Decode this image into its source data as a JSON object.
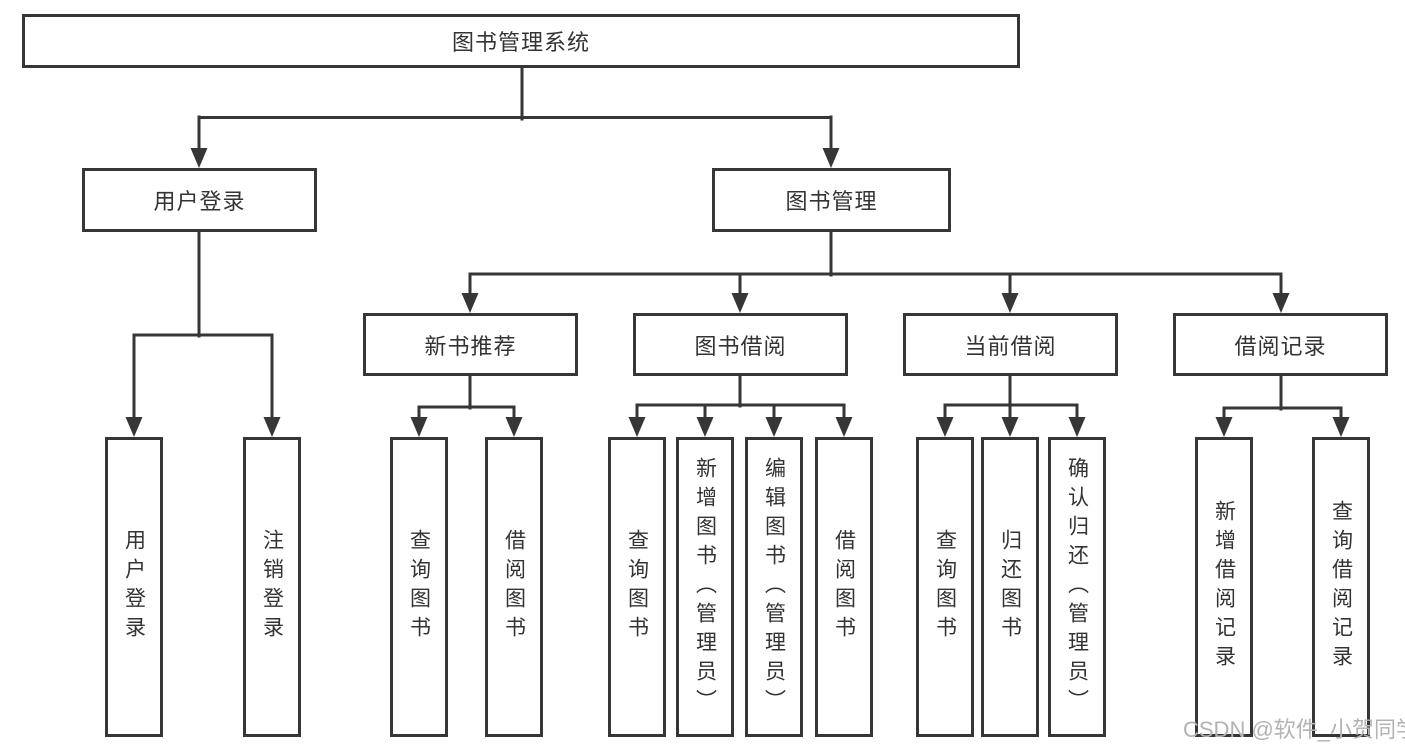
{
  "diagram": {
    "root": {
      "label": "图书管理系统"
    },
    "branches": [
      {
        "label": "用户登录",
        "children": [
          {
            "label": "用户登录"
          },
          {
            "label": "注销登录"
          }
        ]
      },
      {
        "label": "图书管理",
        "children": [
          {
            "label": "新书推荐",
            "children": [
              {
                "label": "查询图书"
              },
              {
                "label": "借阅图书"
              }
            ]
          },
          {
            "label": "图书借阅",
            "children": [
              {
                "label": "查询图书"
              },
              {
                "label": "新增图书（管理员）"
              },
              {
                "label": "编辑图书（管理员）"
              },
              {
                "label": "借阅图书"
              }
            ]
          },
          {
            "label": "当前借阅",
            "children": [
              {
                "label": "查询图书"
              },
              {
                "label": "归还图书"
              },
              {
                "label": "确认归还（管理员）"
              }
            ]
          },
          {
            "label": "借阅记录",
            "children": [
              {
                "label": "新增借阅记录"
              },
              {
                "label": "查询借阅记录"
              }
            ]
          }
        ]
      }
    ]
  },
  "watermark": "CSDN @软件_小贺同学",
  "colors": {
    "background": "#ffffff",
    "line": "#363636",
    "box_border": "#363636",
    "text": "#333333",
    "watermark": "#b3b3b3"
  }
}
